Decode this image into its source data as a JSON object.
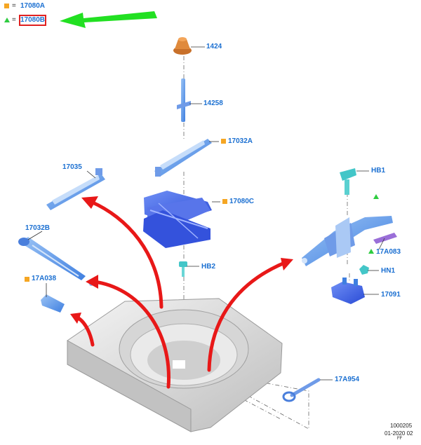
{
  "legend": {
    "square_ref": "17080A",
    "triangle_ref": "17080B",
    "equals": "="
  },
  "parts": [
    {
      "id": "p1424",
      "label": "1424",
      "marker": "none"
    },
    {
      "id": "p14258",
      "label": "14258",
      "marker": "none"
    },
    {
      "id": "p17032A",
      "label": "17032A",
      "marker": "square"
    },
    {
      "id": "p17035",
      "label": "17035",
      "marker": "none"
    },
    {
      "id": "p17080C",
      "label": "17080C",
      "marker": "square"
    },
    {
      "id": "p17032B",
      "label": "17032B",
      "marker": "none"
    },
    {
      "id": "pHB2",
      "label": "HB2",
      "marker": "none"
    },
    {
      "id": "p17A038",
      "label": "17A038",
      "marker": "square"
    },
    {
      "id": "pHB1",
      "label": "HB1",
      "marker": "none"
    },
    {
      "id": "p17A083",
      "label": "17A083",
      "marker": "triangle"
    },
    {
      "id": "pHN1",
      "label": "HN1",
      "marker": "none"
    },
    {
      "id": "p17091",
      "label": "17091",
      "marker": "none"
    },
    {
      "id": "p17A954",
      "label": "17A954",
      "marker": "none"
    }
  ],
  "footer": {
    "code": "1000205",
    "date": "01-2020 02",
    "extra": "FF"
  },
  "colors": {
    "label_blue": "#1a6fd1",
    "square_orange": "#f5a623",
    "triangle_green": "#2ecc40",
    "arrow_red": "#e81818",
    "highlight_red": "#e02020",
    "green_arrow": "#22e022"
  }
}
